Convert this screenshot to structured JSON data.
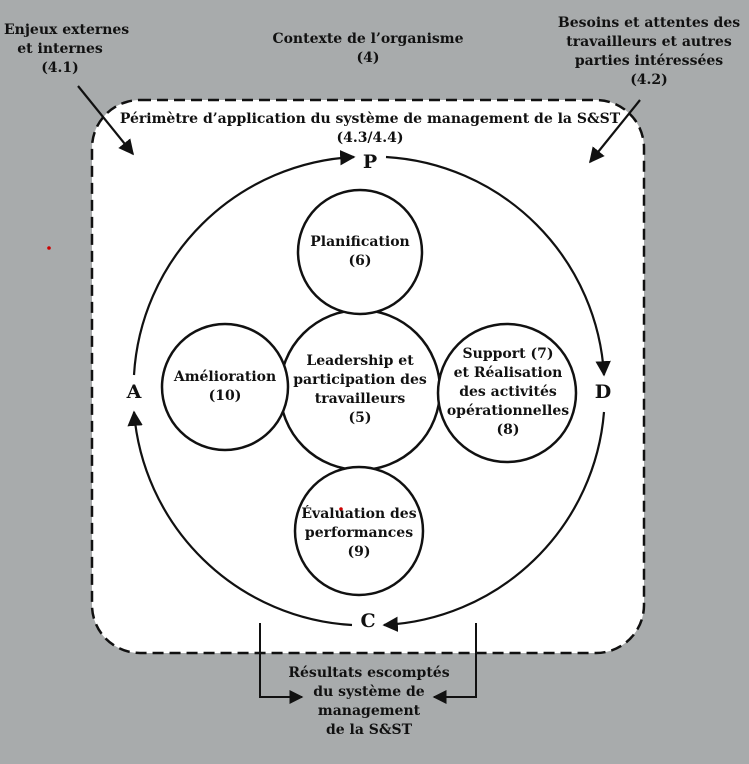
{
  "colors": {
    "background": "#a8abac",
    "inner_panel": "#ffffff",
    "stroke": "#111111",
    "accent_dot": "#cc0000"
  },
  "context": {
    "external_issues": [
      "Enjeux externes",
      "et internes",
      "(4.1)"
    ],
    "organisation": [
      "Contexte de l’organisme",
      "(4)"
    ],
    "needs": [
      "Besoins et attentes des",
      "travailleurs et autres",
      "parties intéressées",
      "(4.2)"
    ]
  },
  "scope": [
    "Périmètre d’application du système de management de la S&ST",
    "(4.3/4.4)"
  ],
  "pdca": {
    "p": "P",
    "d": "D",
    "c": "C",
    "a": "A"
  },
  "circles": {
    "planning": [
      "Planification",
      "(6)"
    ],
    "improvement": [
      "Amélioration",
      "(10)"
    ],
    "leadership": [
      "Leadership et",
      "participation des",
      "travailleurs",
      "(5)"
    ],
    "support": [
      "Support (7)",
      "et Réalisation",
      "des activités",
      "opérationnelles",
      "(8)"
    ],
    "evaluation": [
      "Évaluation des",
      "performances",
      "(9)"
    ]
  },
  "outcomes": [
    "Résultats escomptés",
    "du système de",
    "management",
    "de la S&ST"
  ]
}
